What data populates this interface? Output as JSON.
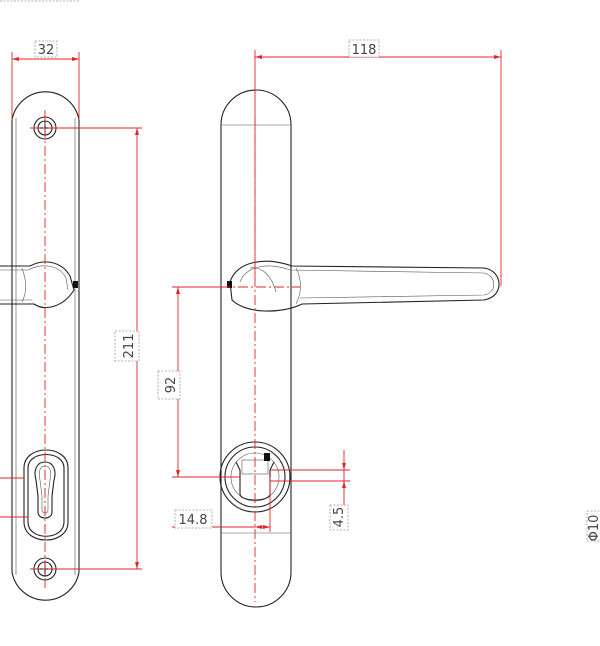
{
  "drawing": {
    "dimensions": {
      "plate_width": "32",
      "lever_length": "118",
      "fixing_centres": "211",
      "centres_92": "92",
      "offset_14_8": "14.8",
      "offset_4_5": "4.5",
      "edge_label": "Φ10"
    },
    "colors": {
      "dimension_lines": "#e1262a",
      "outlines": "#222222",
      "label_text": "#444444"
    }
  }
}
